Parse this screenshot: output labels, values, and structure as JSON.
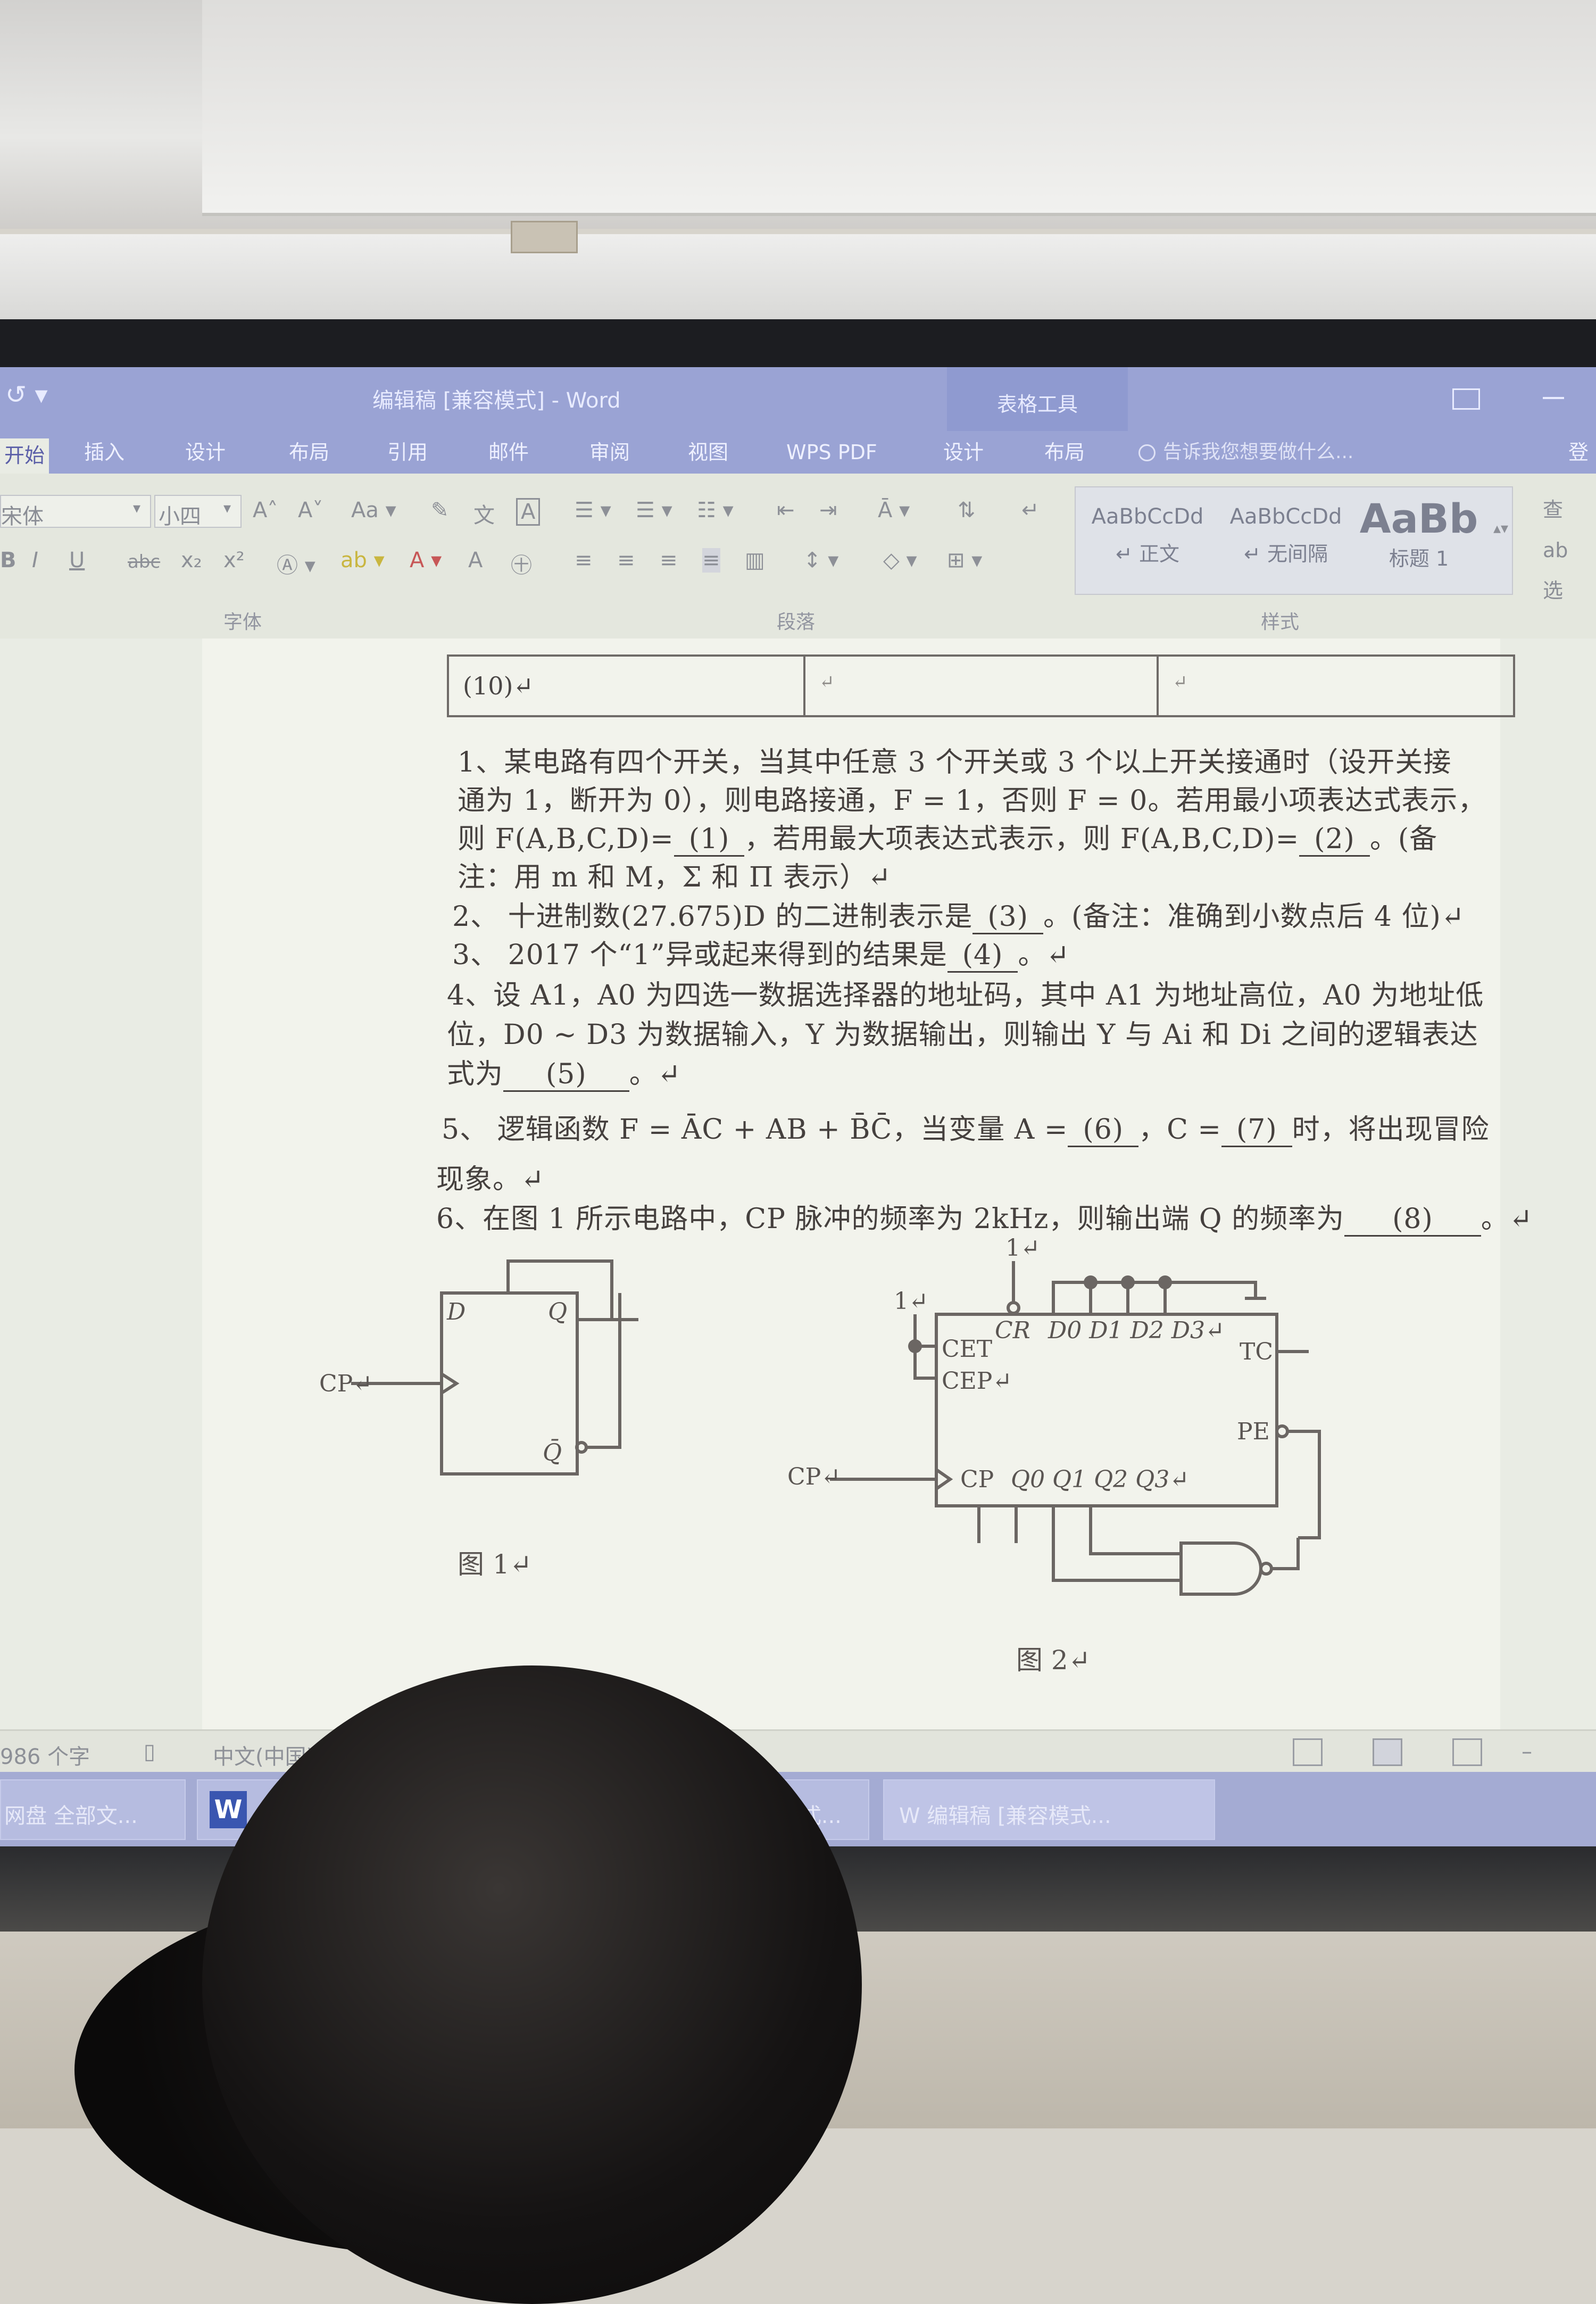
{
  "window": {
    "title": "编辑稿 [兼容模式] - Word",
    "context_title": "表格工具",
    "quick_access": "↺  ▾"
  },
  "ribbon_tabs": [
    "开始",
    "插入",
    "设计",
    "布局",
    "引用",
    "邮件",
    "审阅",
    "视图",
    "WPS PDF",
    "设计",
    "布局"
  ],
  "tell_me": "告诉我您想要做什么...",
  "right_edge_text": "登",
  "toolbar": {
    "font_name": "宋体",
    "font_size": "小四",
    "grow_font": "A˄",
    "shrink_font": "A˅",
    "change_case": "Aa ▾",
    "bold": "B",
    "italic": "I",
    "underline": "U",
    "strikethrough": "abc",
    "subscript": "x₂",
    "superscript": "x²",
    "group_font": "字体",
    "group_paragraph": "段落",
    "group_styles": "样式"
  },
  "styles": [
    {
      "sample": "AaBbCcDd",
      "name": "↵ 正文"
    },
    {
      "sample": "AaBbCcDd",
      "name": "↵ 无间隔"
    },
    {
      "sample": "AaBb",
      "name": "标题 1"
    }
  ],
  "right_tools": [
    "查",
    "ab",
    "选"
  ],
  "document": {
    "table_cell": "(10)↵",
    "q1_line1": "1、某电路有四个开关，当其中任意 3 个开关或 3 个以上开关接通时（设开关接",
    "q1_line2": "通为 1，断开为 0），则电路接通，F = 1，否则 F = 0。若用最小项表达式表示，",
    "q1_line3_a": "则 F(A,B,C,D)=",
    "blank1": "(1)",
    "q1_line3_b": "，若用最大项表达式表示，则 F(A,B,C,D)=",
    "blank2": "(2)",
    "q1_line3_c": "。(备",
    "q1_line4": "注：用 m 和 M，Σ 和 Π 表示）↵",
    "q2_a": "2、 十进制数(27.675)D 的二进制表示是",
    "blank3": "(3)",
    "q2_b": "。(备注：准确到小数点后 4 位)↵",
    "q3_a": "3、 2017 个“1”异或起来得到的结果是",
    "blank4": "(4)",
    "q3_b": "。↵",
    "q4_line1": "4、设 A1，A0 为四选一数据选择器的地址码，其中 A1 为地址高位，A0 为地址低",
    "q4_line2": "位，D0 ~ D3 为数据输入，Y 为数据输出，则输出 Y 与 Ai 和 Di 之间的逻辑表达",
    "q4_line3_a": "式为",
    "blank5": "(5)",
    "q4_line3_b": "。↵",
    "q5_a": "5、 逻辑函数 F = ĀC + AB + B̄C̄，当变量 A =",
    "blank6": "(6)",
    "q5_b": "，C =",
    "blank7": "(7)",
    "q5_c": "时，将出现冒险",
    "q5_line2": "现象。↵",
    "q6_a": "6、在图 1 所示电路中，CP 脉冲的频率为 2kHz，则输出端 Q 的频率为",
    "blank8": "(8)",
    "q6_b": "。↵"
  },
  "figure1": {
    "caption": "图  1↵",
    "d_label": "D",
    "q_label": "Q",
    "qbar_label": "Q̄",
    "cp_label": "CP↵"
  },
  "figure2": {
    "caption": "图  2↵",
    "top_one": "1↵",
    "left_one": "1↵",
    "cr": "CR",
    "d_inputs": "D0 D1 D2 D3↵",
    "cet": "CET",
    "cep": "CEP↵",
    "tc": "TC",
    "pe": "PE",
    "cp_pin": "CP",
    "q_outputs": "Q0 Q1 Q2 Q3↵",
    "cp_label": "CP↵"
  },
  "statusbar": {
    "word_count": "986 个字",
    "language": "中文(中国)"
  },
  "taskbar": [
    {
      "label": "网盘 全部文..."
    },
    {
      "label": "W"
    },
    {
      "label": "...[兼容模式..."
    },
    {
      "label": "W  编辑稿 [兼容模式..."
    }
  ]
}
